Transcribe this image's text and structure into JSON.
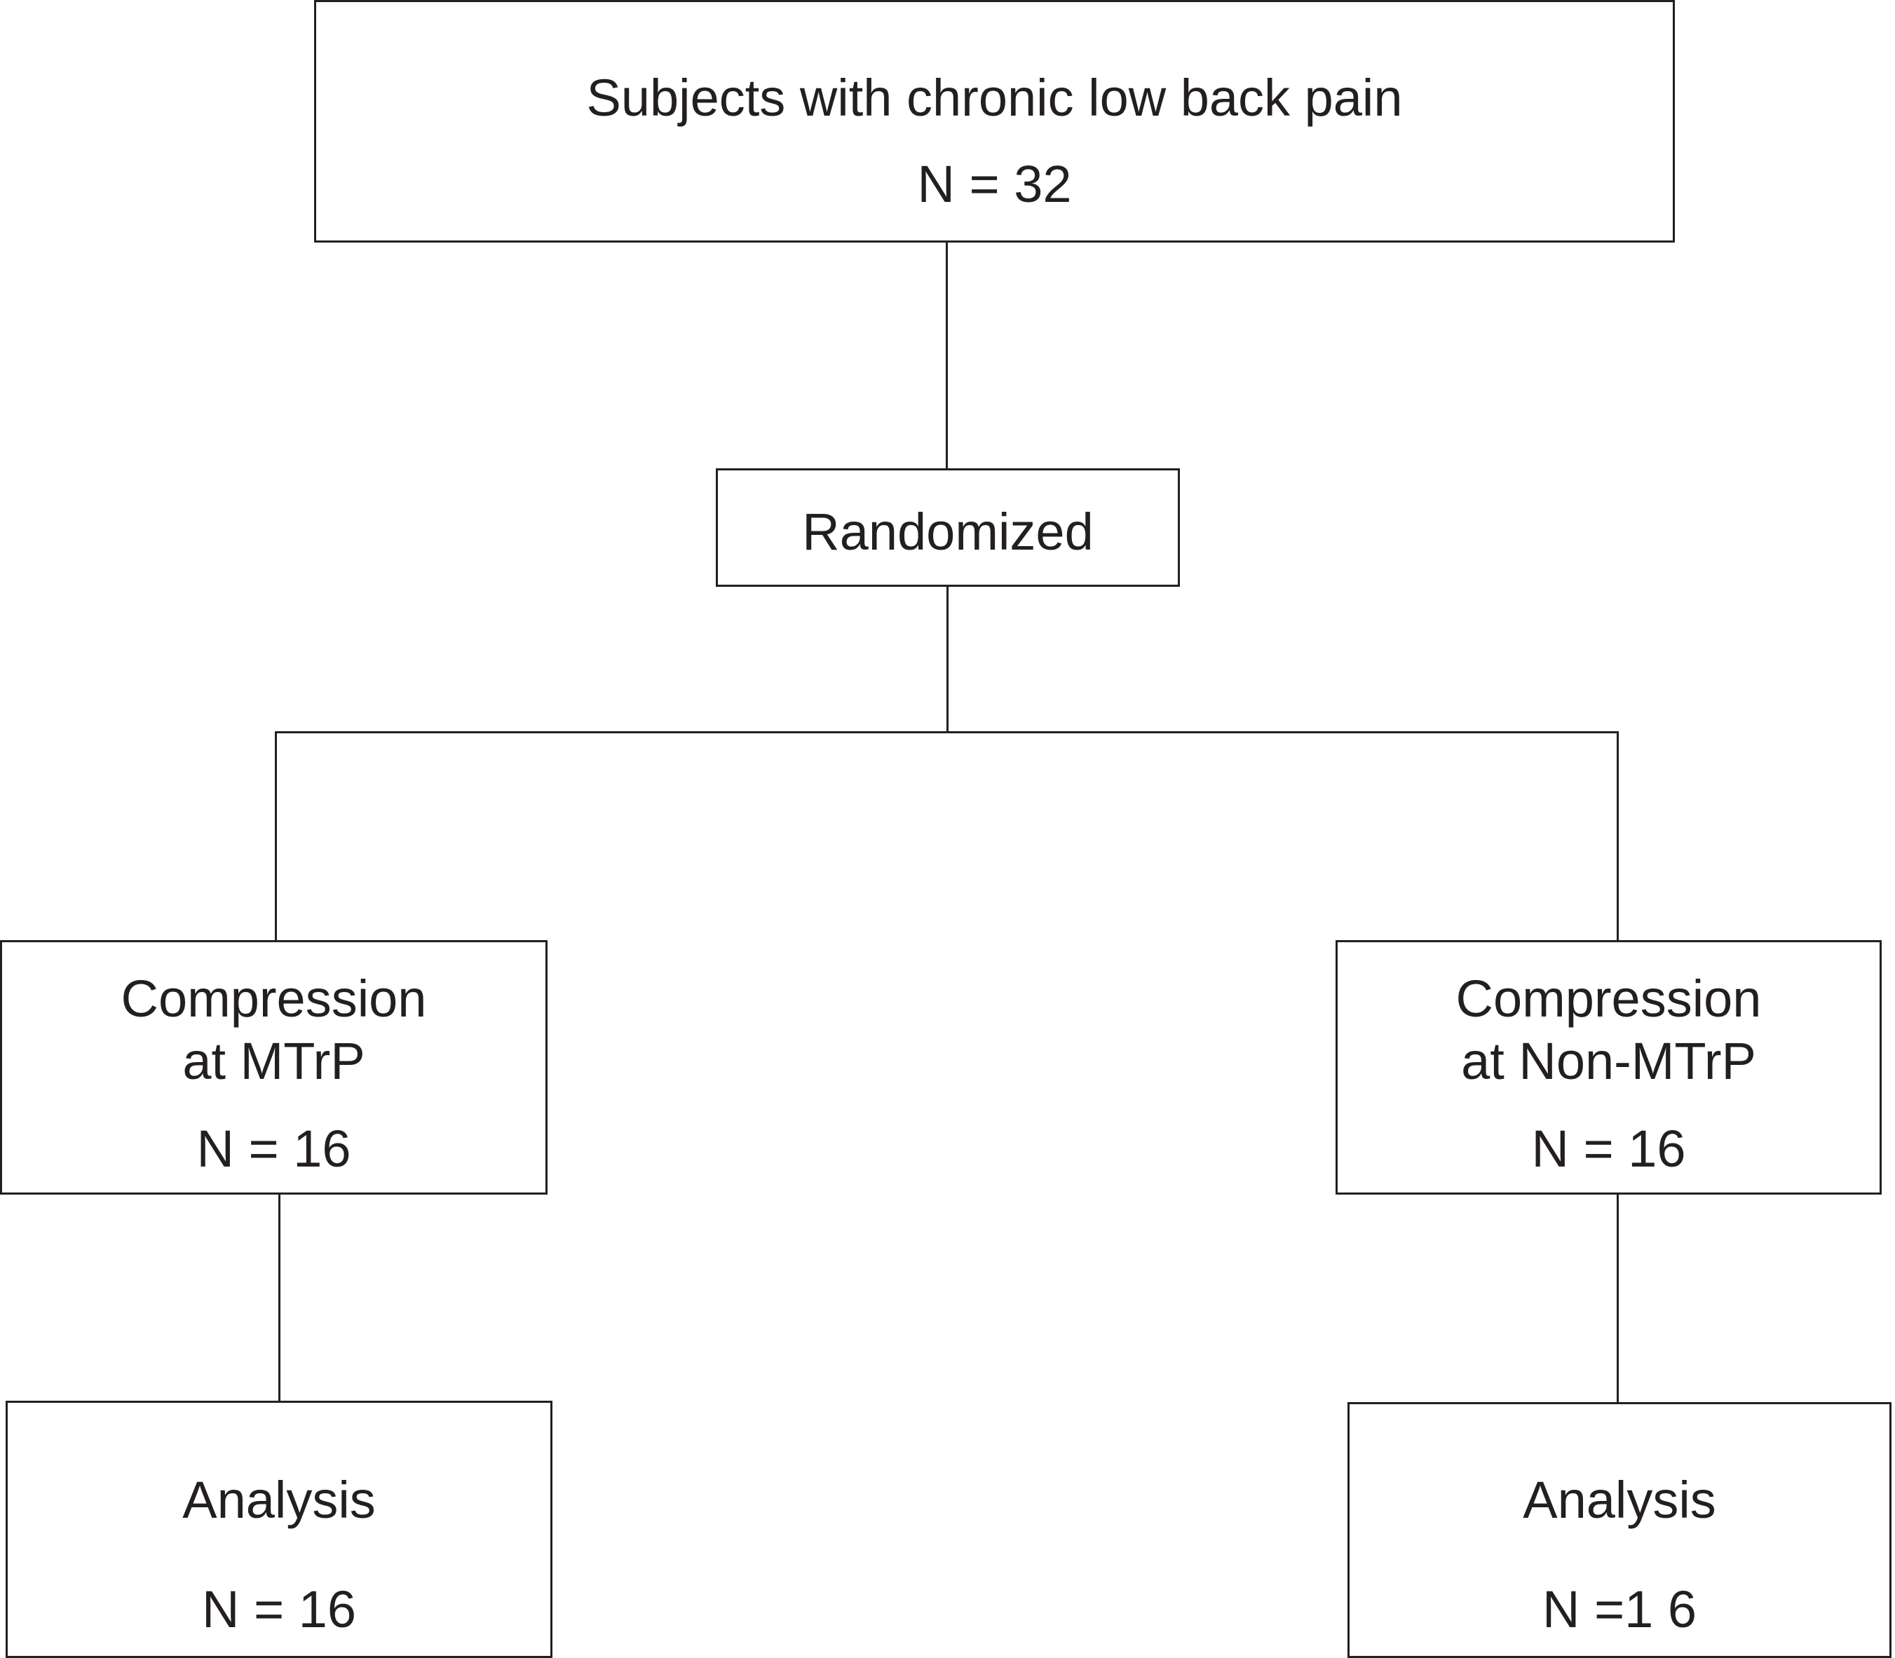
{
  "nodes": {
    "subjects": {
      "title": "Subjects with chronic low back pain",
      "count": "N = 32"
    },
    "randomized": {
      "title": "Randomized"
    },
    "mtrp_group": {
      "title_line1": "Compression",
      "title_line2": "at MTrP",
      "count": "N = 16"
    },
    "non_mtrp_group": {
      "title_line1": "Compression",
      "title_line2": "at Non-MTrP",
      "count": "N = 16"
    },
    "analysis_left": {
      "title": "Analysis",
      "count": "N = 16"
    },
    "analysis_right": {
      "title": "Analysis",
      "count": "N =1 6"
    }
  },
  "colors": {
    "stroke": "#231f20",
    "background": "#ffffff"
  }
}
